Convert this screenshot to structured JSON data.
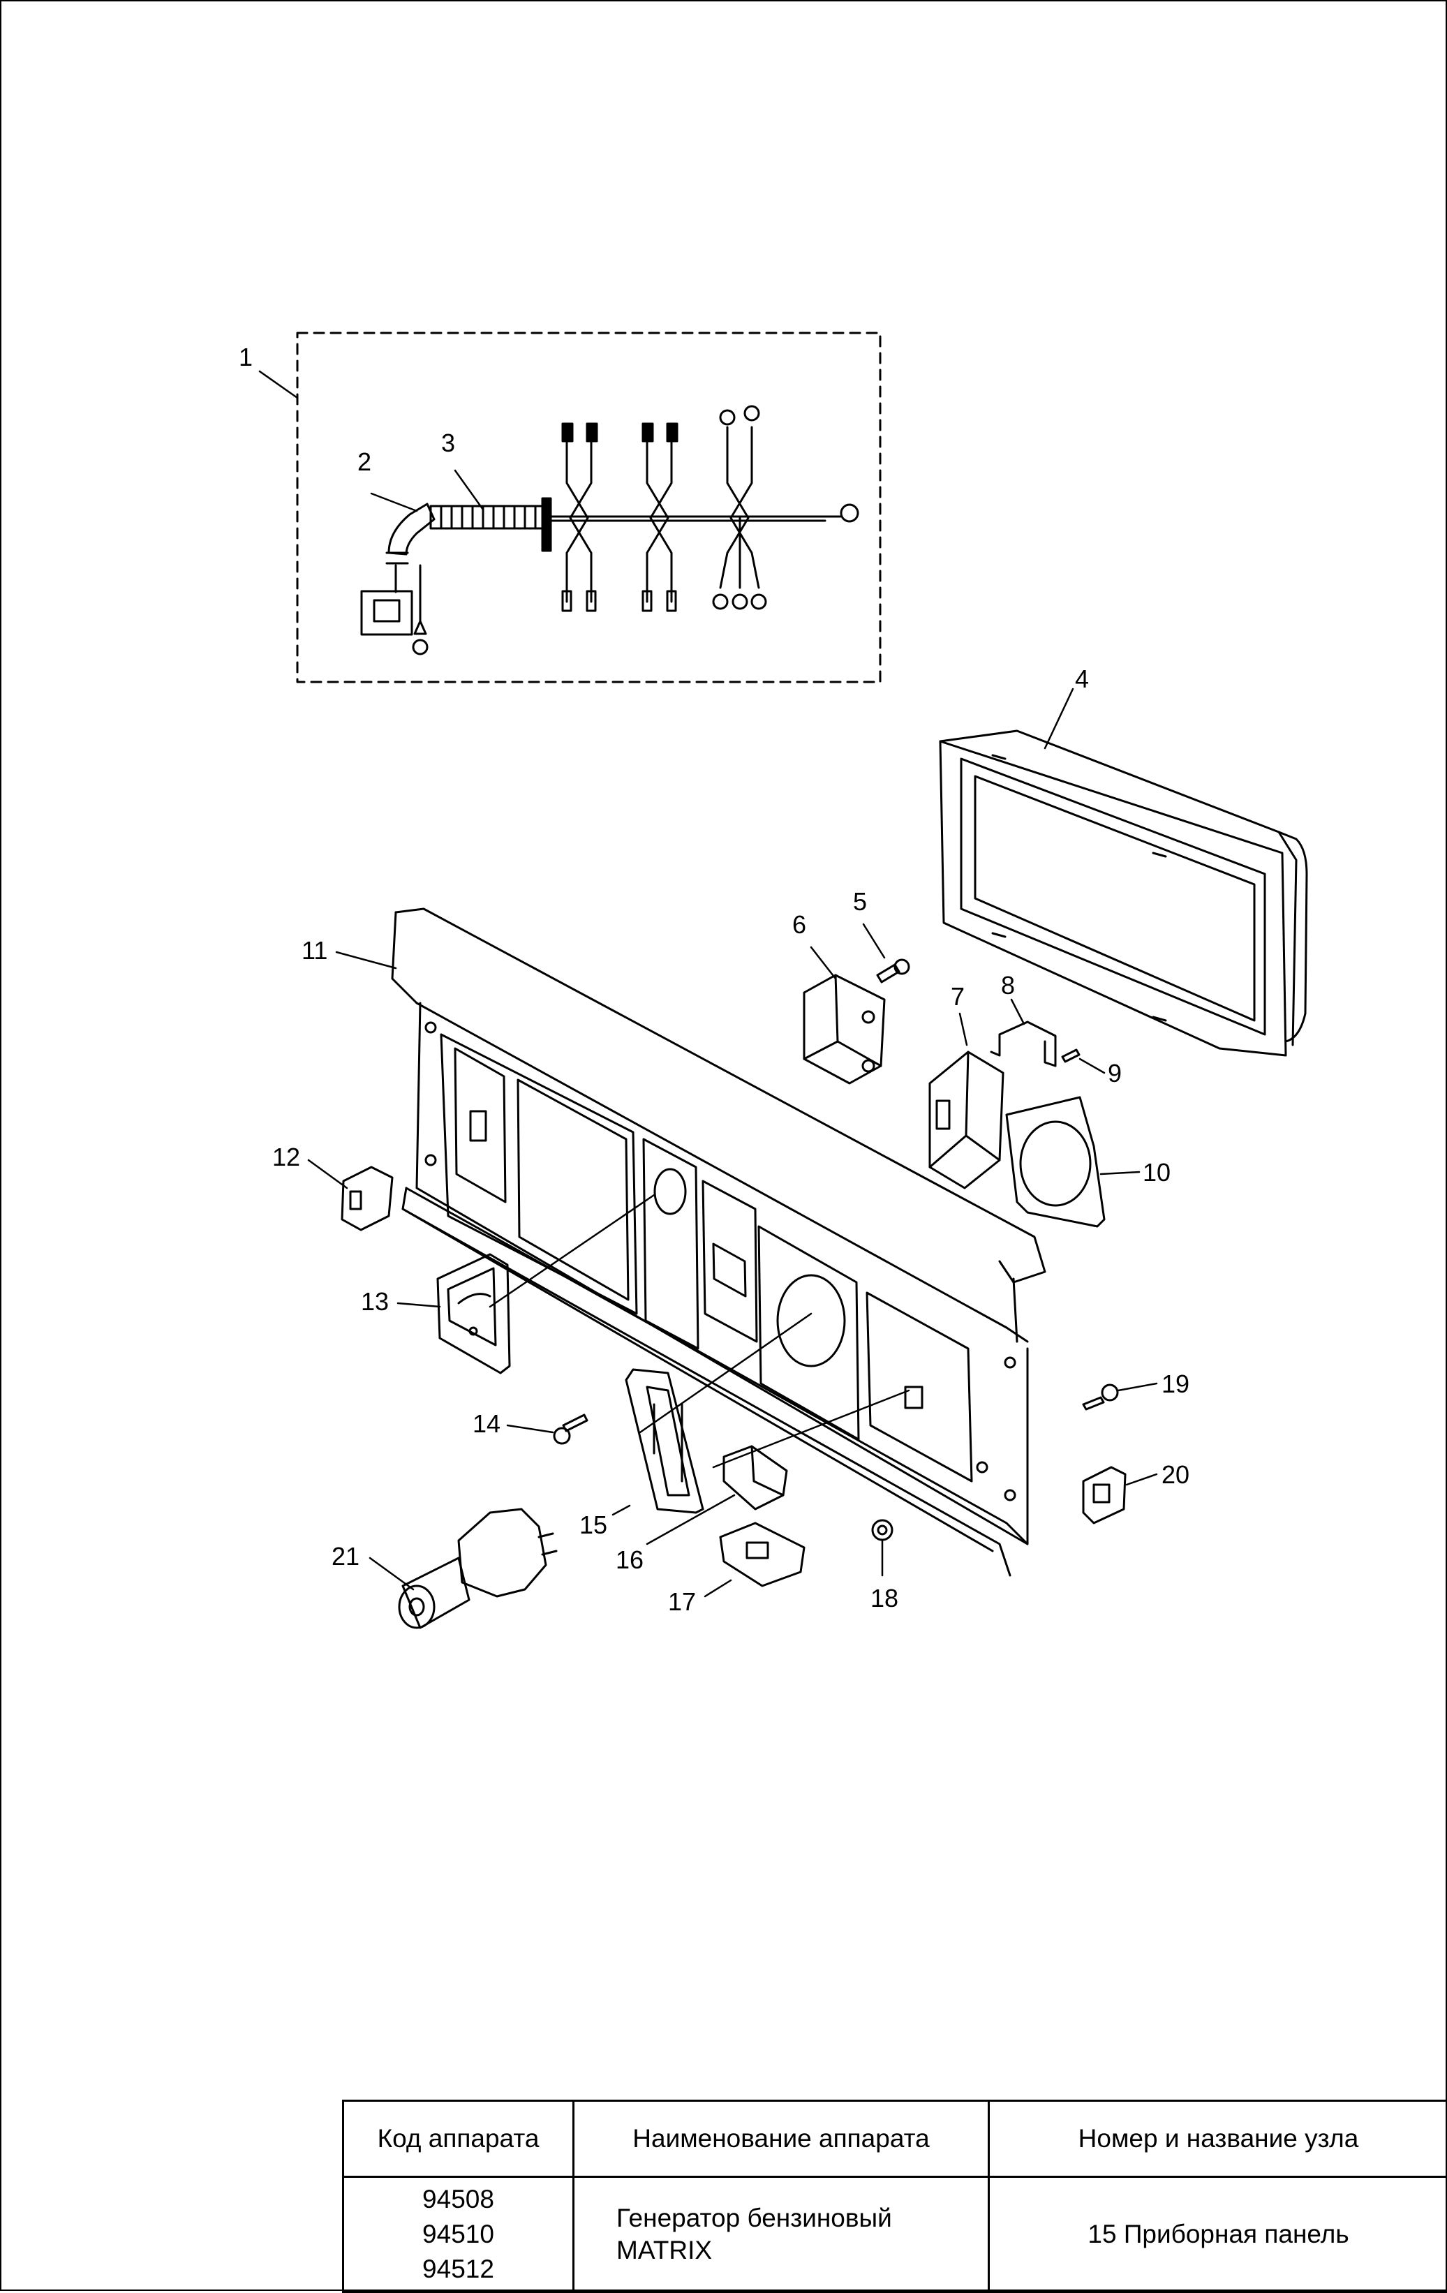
{
  "drawing": {
    "callouts": [
      "1",
      "2",
      "3",
      "4",
      "5",
      "6",
      "7",
      "8",
      "9",
      "10",
      "11",
      "12",
      "13",
      "14",
      "15",
      "16",
      "17",
      "18",
      "19",
      "20",
      "21"
    ]
  },
  "title_block": {
    "headers": {
      "code": "Код аппарата",
      "name": "Наименование аппарата",
      "node": "Номер и название узла"
    },
    "codes": [
      "94508",
      "94510",
      "94512"
    ],
    "name_line1": "Генератор бензиновый",
    "name_line2": "MATRIX",
    "node": "15 Приборная панель"
  }
}
